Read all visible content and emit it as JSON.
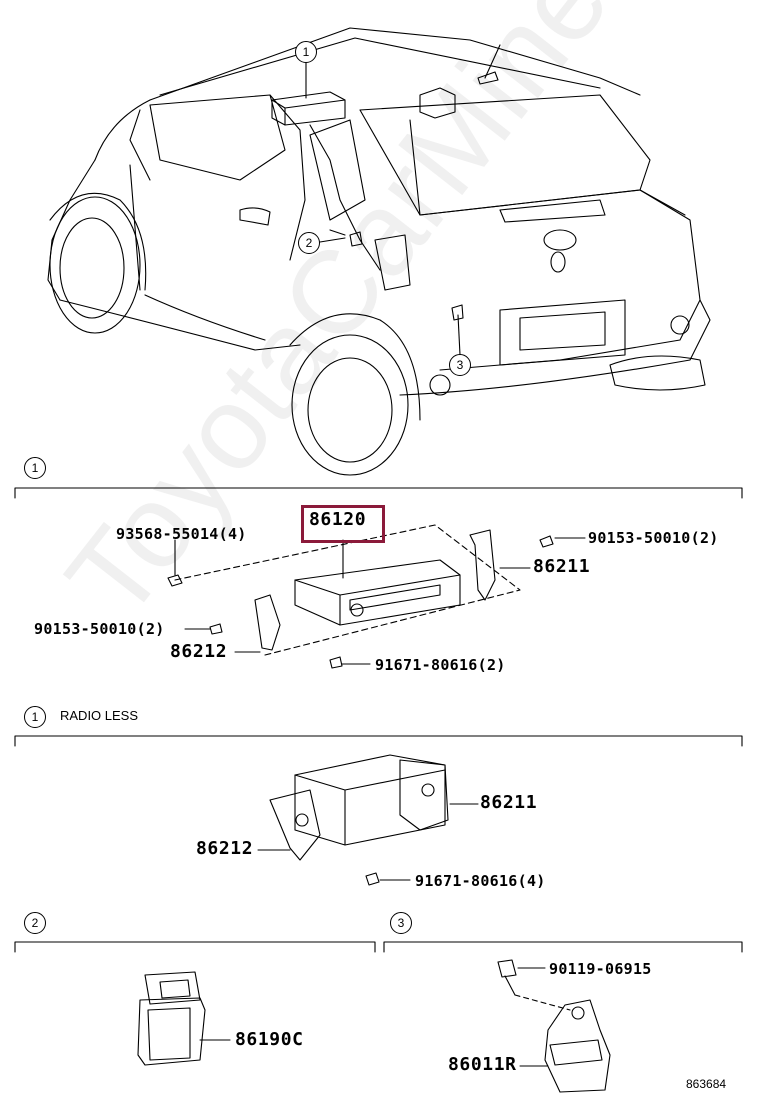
{
  "callouts": {
    "c1": "1",
    "c2": "2",
    "c3": "3"
  },
  "sections": {
    "s1": {
      "num": "1"
    },
    "s1b": {
      "num": "1",
      "title": "RADIO LESS"
    },
    "s2": {
      "num": "2"
    },
    "s3": {
      "num": "3"
    }
  },
  "parts": {
    "p86120": "86120",
    "p93568": "93568-55014(4)",
    "p90153a": "90153-50010(2)",
    "p86211a": "86211",
    "p90153b": "90153-50010(2)",
    "p86212a": "86212",
    "p91671a": "91671-80616(2)",
    "p86211b": "86211",
    "p86212b": "86212",
    "p91671b": "91671-80616(4)",
    "p86190c": "86190C",
    "p90119": "90119-06915",
    "p86011r": "86011R"
  },
  "diagram_id": "863684",
  "watermark": "ToyotaCarMine.ru",
  "colors": {
    "highlight": "#8b1a3a"
  }
}
